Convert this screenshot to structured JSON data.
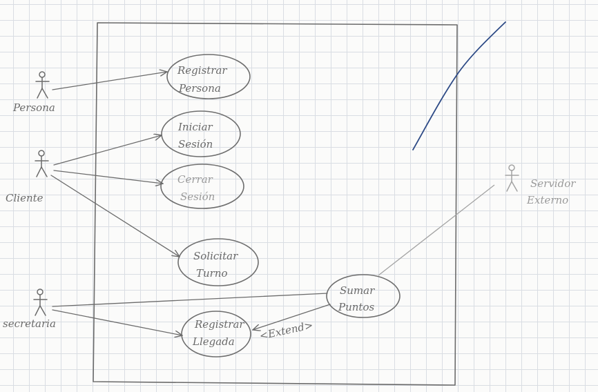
{
  "actors": [
    {
      "id": "persona",
      "label": "Persona"
    },
    {
      "id": "cliente",
      "label": "Cliente"
    },
    {
      "id": "secretaria",
      "label": "secretaria"
    },
    {
      "id": "servidor",
      "label_line1": "Servidor",
      "label_line2": "Externo"
    }
  ],
  "use_cases": [
    {
      "id": "registrar-persona",
      "line1": "Registrar",
      "line2": "Persona"
    },
    {
      "id": "iniciar-sesion",
      "line1": "Iniciar",
      "line2": "Sesión"
    },
    {
      "id": "cerrar-sesion",
      "line1": "Cerrar",
      "line2": "Sesión"
    },
    {
      "id": "solicitar-turno",
      "line1": "Solicitar",
      "line2": "Turno"
    },
    {
      "id": "sumar-puntos",
      "line1": "Sumar",
      "line2": "Puntos"
    },
    {
      "id": "registrar-llegada",
      "line1": "Registrar",
      "line2": "Llegada"
    }
  ],
  "relations": {
    "extend_label": "<Extend>"
  },
  "colors": {
    "pencil": "#6b6b6b",
    "pencil_light": "#a3a3a3",
    "grid": "#d9dde3",
    "ink_blue": "#2d4a86"
  }
}
